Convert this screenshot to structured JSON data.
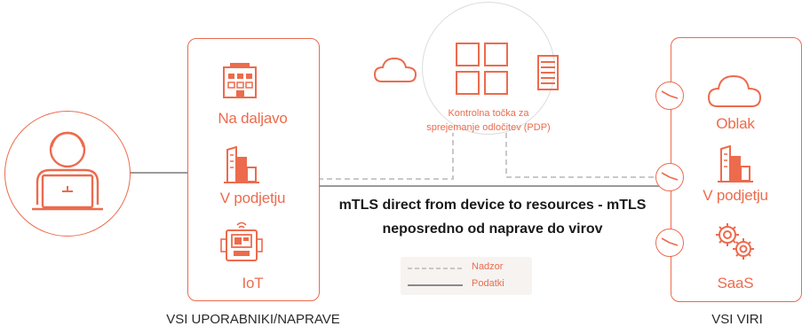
{
  "devices": {
    "items": [
      {
        "label": "Na daljavo",
        "icon": "remote-building-icon"
      },
      {
        "label": "V podjetju",
        "icon": "office-building-icon"
      },
      {
        "label": "IoT",
        "icon": "iot-device-icon"
      }
    ],
    "caption": "VSI UPORABNIKI/NAPRAVE"
  },
  "resources": {
    "items": [
      {
        "label": "Oblak",
        "icon": "cloud-icon"
      },
      {
        "label": "V podjetju",
        "icon": "office-building-icon"
      },
      {
        "label": "SaaS",
        "icon": "gears-icon"
      }
    ],
    "caption": "VSI VIRI"
  },
  "pdp": {
    "line1": "Kontrolna točka za",
    "line2": "sprejemanje odločitev (PDP)"
  },
  "connection": {
    "line1": "mTLS direct from device to resources - mTLS",
    "line2": "neposredno od naprave do virov"
  },
  "legend": {
    "control": "Nadzor",
    "data": "Podatki"
  },
  "colors": {
    "accent": "#ec6b4d",
    "control_line": "#c9c9c9",
    "data_line": "#9a9a9a"
  }
}
